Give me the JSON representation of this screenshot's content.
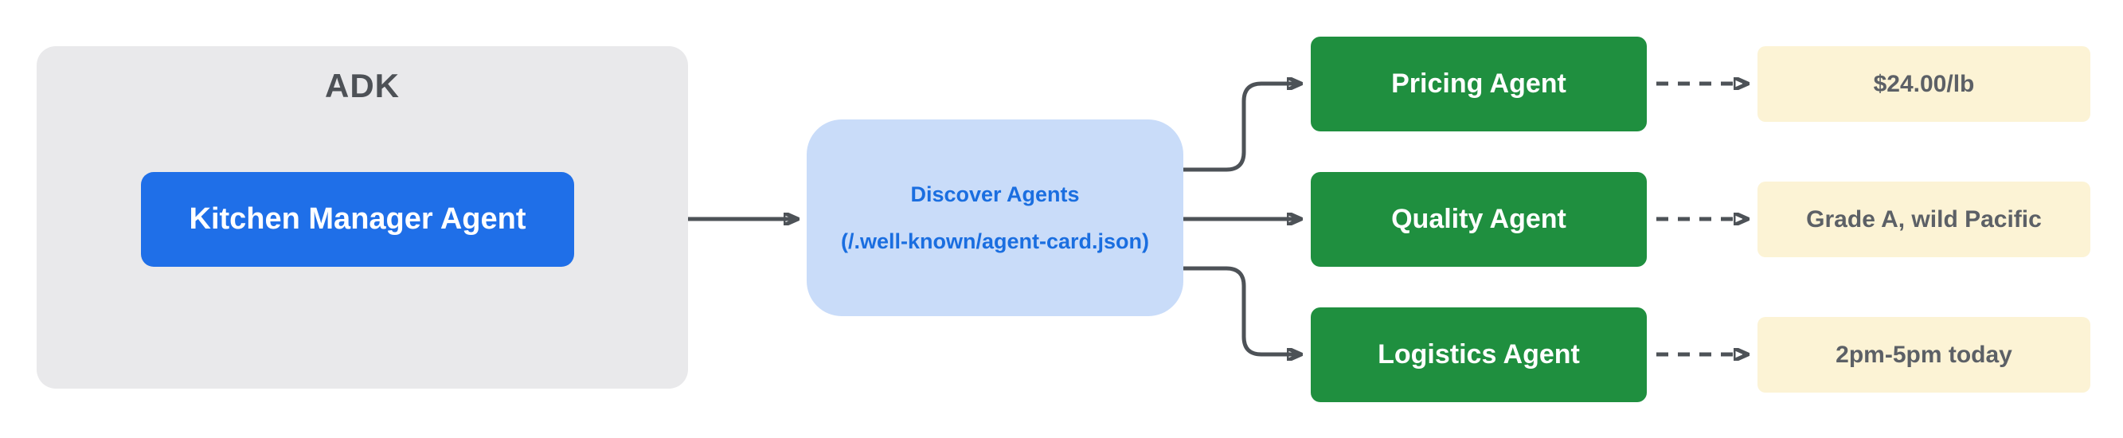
{
  "adk": {
    "title": "ADK",
    "agent_label": "Kitchen Manager Agent"
  },
  "discover": {
    "line1": "Discover Agents",
    "line2": "(/.well-known/agent-card.json)"
  },
  "agents": [
    {
      "label": "Pricing Agent",
      "result": "$24.00/lb"
    },
    {
      "label": "Quality Agent",
      "result": "Grade A, wild Pacific"
    },
    {
      "label": "Logistics Agent",
      "result": "2pm-5pm today"
    }
  ],
  "colors": {
    "adk_container_bg": "#e9e9eb",
    "adk_title_text": "#4d5156",
    "kitchen_box_bg": "#1f6fe8",
    "discover_box_bg": "#c9dcf9",
    "discover_text": "#1a6ee0",
    "agent_box_bg": "#1f8f3f",
    "result_box_bg": "#fcf3d5",
    "result_text": "#5c6066",
    "arrow": "#4d5257"
  }
}
